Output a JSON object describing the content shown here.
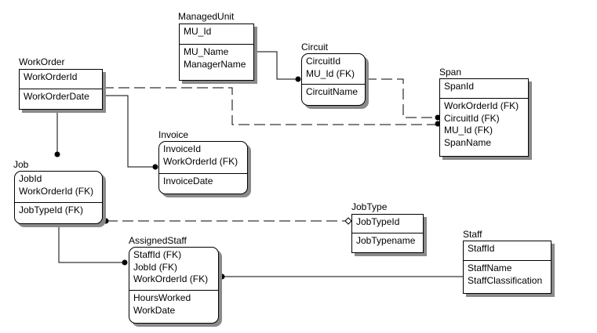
{
  "diagram": {
    "type": "IDEF1X entity-relationship diagram",
    "entities": [
      {
        "id": "ManagedUnit",
        "name": "ManagedUnit",
        "dependent": false,
        "keys": [
          "MU_Id"
        ],
        "attributes": [
          "MU_Name",
          "ManagerName"
        ]
      },
      {
        "id": "Circuit",
        "name": "Circuit",
        "dependent": true,
        "keys": [
          "CircuitId",
          "MU_Id (FK)"
        ],
        "attributes": [
          "CircuitName"
        ]
      },
      {
        "id": "WorkOrder",
        "name": "WorkOrder",
        "dependent": false,
        "keys": [
          "WorkOrderId"
        ],
        "attributes": [
          "WorkOrderDate"
        ]
      },
      {
        "id": "Span",
        "name": "Span",
        "dependent": false,
        "keys": [
          "SpanId"
        ],
        "attributes": [
          "WorkOrderId (FK)",
          "CircuitId (FK)",
          "MU_Id (FK)",
          "SpanName"
        ]
      },
      {
        "id": "Invoice",
        "name": "Invoice",
        "dependent": true,
        "keys": [
          "InvoiceId",
          "WorkOrderId (FK)"
        ],
        "attributes": [
          "InvoiceDate"
        ]
      },
      {
        "id": "Job",
        "name": "Job",
        "dependent": true,
        "keys": [
          "JobId",
          "WorkOrderId (FK)"
        ],
        "attributes": [
          "JobTypeId (FK)"
        ]
      },
      {
        "id": "JobType",
        "name": "JobType",
        "dependent": false,
        "keys": [
          "JobTypeId"
        ],
        "attributes": [
          "JobTypename"
        ]
      },
      {
        "id": "AssignedStaff",
        "name": "AssignedStaff",
        "dependent": true,
        "keys": [
          "StaffId (FK)",
          "JobId (FK)",
          "WorkOrderId (FK)"
        ],
        "attributes": [
          "HoursWorked",
          "WorkDate"
        ]
      },
      {
        "id": "Staff",
        "name": "Staff",
        "dependent": false,
        "keys": [
          "StaffId"
        ],
        "attributes": [
          "StaffName",
          "StaffClassification"
        ]
      }
    ],
    "relationships": [
      {
        "from": "ManagedUnit",
        "to": "Circuit",
        "style": "identifying",
        "end": "many-dot"
      },
      {
        "from": "WorkOrder",
        "to": "Span",
        "style": "non-identifying",
        "end": "many-dot"
      },
      {
        "from": "Circuit",
        "to": "Span",
        "style": "non-identifying",
        "end": "many-dot"
      },
      {
        "from": "WorkOrder",
        "to": "Invoice",
        "style": "identifying",
        "end": "many-dot"
      },
      {
        "from": "WorkOrder",
        "to": "Job",
        "style": "identifying",
        "end": "many-dot"
      },
      {
        "from": "JobType",
        "to": "Job",
        "style": "non-identifying",
        "end": "many-dot",
        "start": "optional-diamond"
      },
      {
        "from": "Job",
        "to": "AssignedStaff",
        "style": "identifying",
        "end": "many-dot"
      },
      {
        "from": "Staff",
        "to": "AssignedStaff",
        "style": "identifying",
        "end": "many-dot"
      }
    ]
  }
}
